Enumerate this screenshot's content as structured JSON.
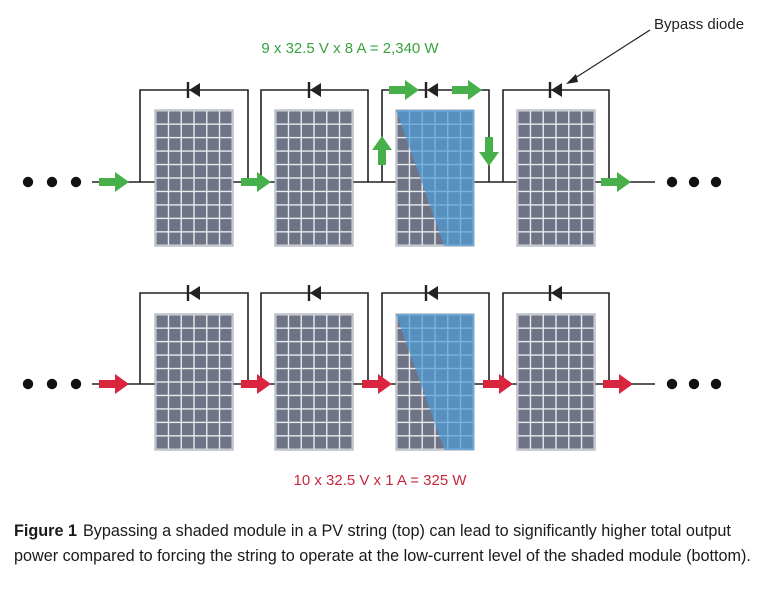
{
  "top_equation": "9 x 32.5 V x 8 A = 2,340 W",
  "bottom_equation": "10 x 32.5 V x 1 A = 325 W",
  "callout_label": "Bypass diode",
  "caption": {
    "figure_label": "Figure 1",
    "text": "Bypassing a shaded module in a PV string (top) can lead to significantly higher total output power compared to forcing the string to operate at the low-current level of the shaded module (bottom)."
  },
  "colors": {
    "top_arrow": "#47b04b",
    "bottom_arrow": "#d9263f",
    "panel_cell": "#6e7486",
    "panel_grid": "#e9ebef",
    "shade": "#4f9bd6",
    "wire": "#222222"
  },
  "strings": [
    {
      "position": "top",
      "modules": 4,
      "shaded_module": 3,
      "bypass_active": true
    },
    {
      "position": "bottom",
      "modules": 4,
      "shaded_module": 3,
      "bypass_active": false
    }
  ]
}
